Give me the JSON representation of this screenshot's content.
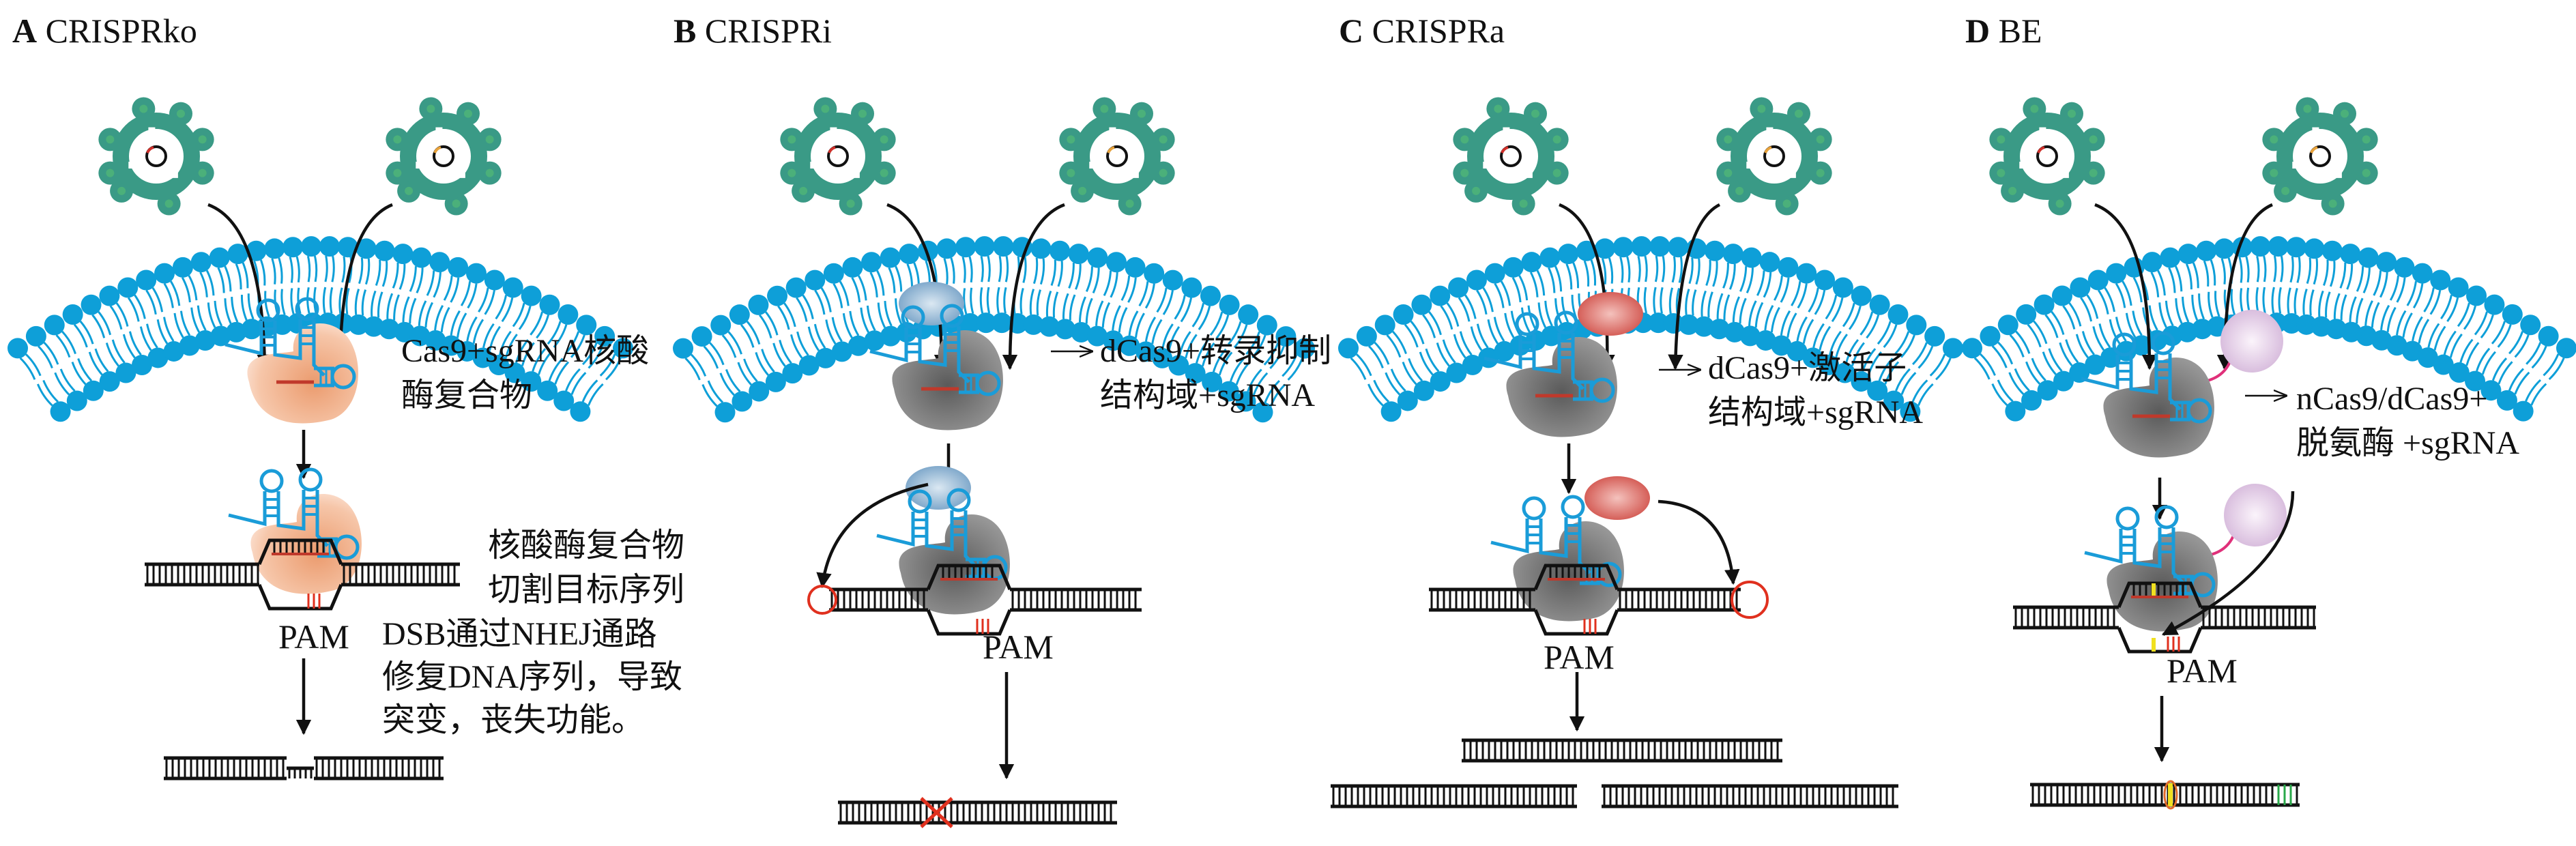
{
  "colors": {
    "membrane": "#0e9fd8",
    "virus": "#3a9a86",
    "sgRNA": "#1a9cd8",
    "cas9_nuclease": "#eea57e",
    "dcas9": "#6b6b6b",
    "repressor": "#8fb6d6",
    "activator": "#d9625c",
    "deaminase": "#dcc6e0",
    "cut_mark": "#e0301e"
  },
  "panels": [
    {
      "letter": "A",
      "name": "CRISPRko",
      "complex_label": [
        "Cas9+sgRNA核酸",
        "酶复合物"
      ],
      "cleave_label": [
        "核酸酶复合物",
        "切割目标序列"
      ],
      "pam": "PAM",
      "outcome_label": [
        "DSB通过NHEJ通路",
        "修复DNA序列，导致",
        "突变，丧失功能。"
      ]
    },
    {
      "letter": "B",
      "name": "CRISPRi",
      "complex_label": [
        "dCas9+转录抑制",
        "结构域+sgRNA"
      ],
      "pam": "PAM"
    },
    {
      "letter": "C",
      "name": "CRISPRa",
      "complex_label": [
        "dCas9+激活子",
        "结构域+sgRNA"
      ],
      "pam": "PAM"
    },
    {
      "letter": "D",
      "name": "BE",
      "complex_label": [
        "nCas9/dCas9+",
        "脱氨酶 +sgRNA"
      ],
      "pam": "PAM"
    }
  ]
}
